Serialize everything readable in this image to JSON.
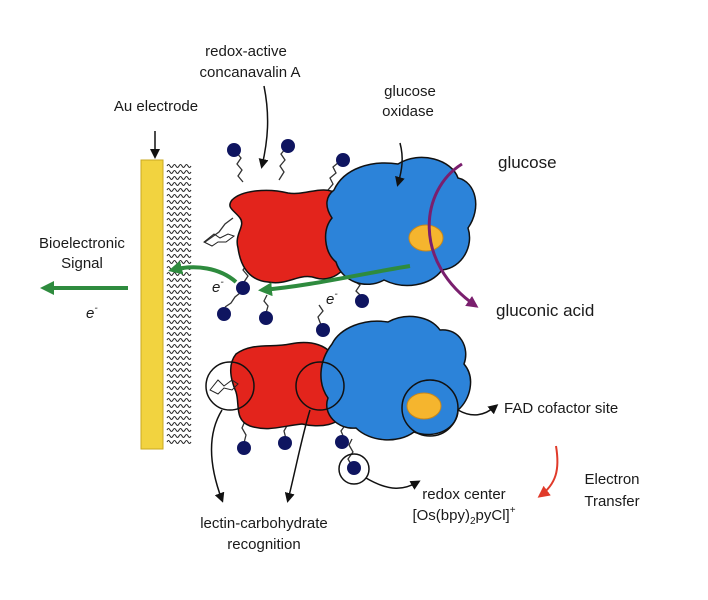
{
  "labels": {
    "lectin_line1": "redox-active",
    "lectin_line2": "concanavalin A",
    "au_electrode": "Au electrode",
    "gox_line1": "glucose",
    "gox_line2": "oxidase",
    "glucose": "glucose",
    "gluconic_acid": "gluconic acid",
    "signal_line1": "Bioelectronic",
    "signal_line2": "Signal",
    "electron": "e",
    "electron_sup": "-",
    "fad_site": "FAD cofactor site",
    "electron_transfer_line1": "Electron",
    "electron_transfer_line2": "Transfer",
    "redox_center_line1": "redox center",
    "redox_center_formula_a": "[Os(bpy)",
    "redox_center_formula_sub": "2",
    "redox_center_formula_b": "pyCl]",
    "redox_center_formula_sup": "+",
    "recognition_line1": "lectin-carbohydrate",
    "recognition_line2": "recognition"
  },
  "colors": {
    "electrode": "#f2d33f",
    "lectin": "#e3241c",
    "gox": "#2c83d9",
    "fad": "#f5b52e",
    "osmium": "#0f1560",
    "signal_arrow": "#2e8b3e",
    "glucose_text": "#7a1f6e",
    "transfer_text": "#e03a2a"
  }
}
